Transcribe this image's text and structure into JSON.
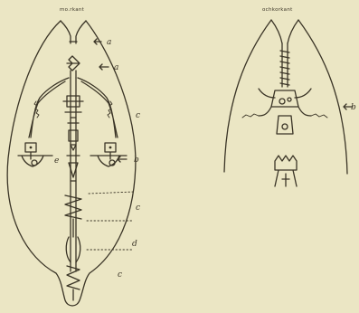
{
  "left_figure": {
    "header": "mo.rkant",
    "labels": [
      "a",
      "a",
      "c",
      "b",
      "e",
      "c",
      "d",
      "c"
    ]
  },
  "right_figure": {
    "header": "ochkorkant",
    "labels": [
      "b"
    ]
  },
  "colors": {
    "paper": "#ebe6c4",
    "ink": "#3a3426"
  }
}
